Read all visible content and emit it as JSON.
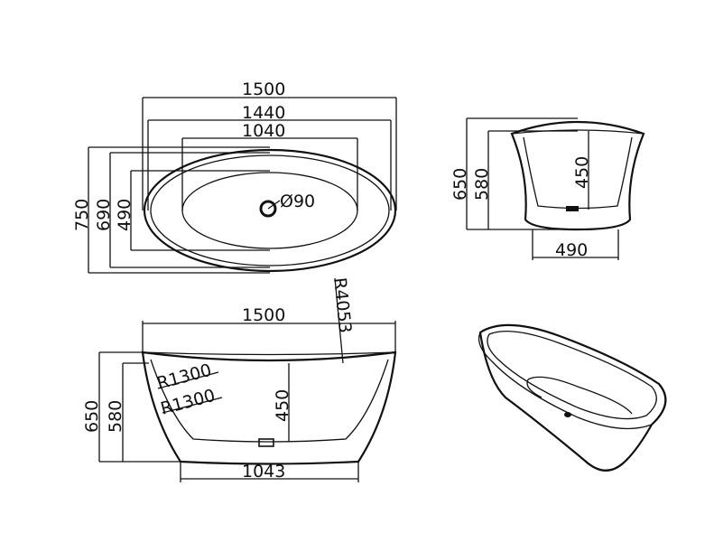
{
  "top_view": {
    "overall_length": "1500",
    "outer_length": "1440",
    "inner_length": "1040",
    "drain": "Ø90",
    "overall_width": "750",
    "outer_width": "690",
    "inner_width": "490"
  },
  "end_view": {
    "overall_height": "650",
    "rim_height": "580",
    "inner_depth": "450",
    "base_width": "490"
  },
  "side_view": {
    "overall_length": "1500",
    "rim_radius": "R4053",
    "curve_radius_upper": "R1300",
    "curve_radius_lower": "R1300",
    "overall_height": "650",
    "rim_height": "580",
    "inner_depth": "450",
    "base_length": "1043"
  }
}
